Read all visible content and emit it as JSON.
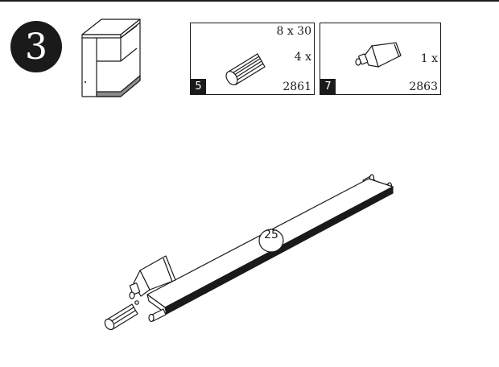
{
  "step": {
    "number": "3"
  },
  "parts": [
    {
      "id": "5",
      "size": "8 x 30",
      "quantity": "4 x",
      "code": "2861",
      "icon": "dowel-icon"
    },
    {
      "id": "7",
      "quantity": "1 x",
      "code": "2863",
      "icon": "glue-tube-icon"
    }
  ],
  "callout": {
    "label": "25"
  }
}
